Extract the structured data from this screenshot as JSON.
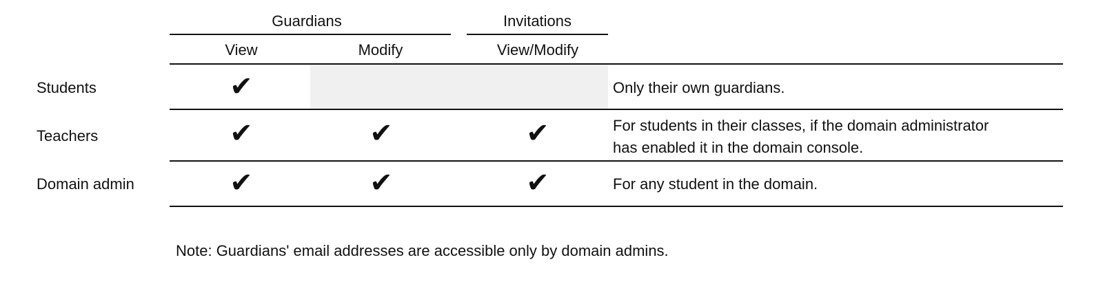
{
  "table": {
    "group_headers": {
      "guardians": "Guardians",
      "invitations": "Invitations"
    },
    "column_headers": {
      "view": "View",
      "modify": "Modify",
      "view_modify": "View/Modify"
    },
    "check_glyph": "✔",
    "shade_color": "#f0f0f0",
    "rows": [
      {
        "role": "Students",
        "view": true,
        "modify": false,
        "view_modify": false,
        "note": "Only their own guardians."
      },
      {
        "role": "Teachers",
        "view": true,
        "modify": true,
        "view_modify": true,
        "note_lines": [
          "For students in their classes, if the domain administrator",
          "has enabled it in the domain console."
        ]
      },
      {
        "role": "Domain admin",
        "view": true,
        "modify": true,
        "view_modify": true,
        "note": "For any student in the domain."
      }
    ]
  },
  "footnote": "Note: Guardians' email addresses are accessible only by domain admins."
}
